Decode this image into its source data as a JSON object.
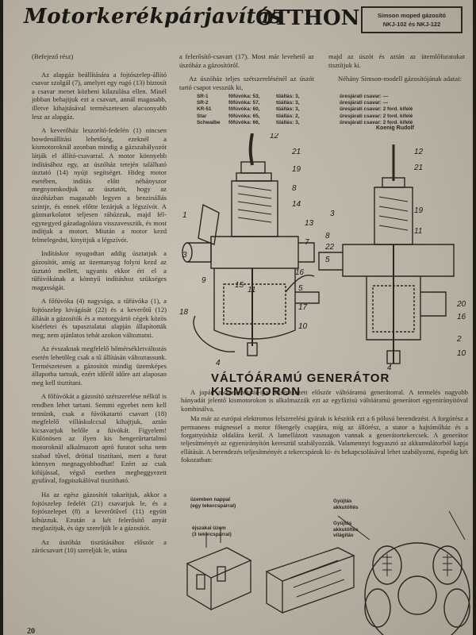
{
  "header": {
    "title_script": "Motorkerékpárjavítás",
    "title_bold": "OTTHON",
    "box_line1": "Simson moped gázosító",
    "box_line2": "NKJ-102 és NKJ-122"
  },
  "article": {
    "intro": "(Befejező rész)",
    "col1": [
      "Az alapgáz beállítására a fojtószelep-állító csavar szolgál (7), amelyet egy rugó (13) biztosít a csavar menet közbeni kilazulása ellen. Minél jobban behajtjuk ezt a csavart, annál magasabb, illetve kihajtásával természetesen alacsonyabb lesz az alapgáz.",
      "A keverőház leszorító-fedelén (1) nincsen bowdenállítási lehetőség, ezeknél a kismotoroknál azonban mindig a gázszabályozót látják el állító-csavarral. A motor könnyebb indításához egy, az úszóház tetején található úsztató (14) nyújt segítséget. Hideg motor esetében, indítás előtt néhányszor megnyomkodjuk az úsztatót, hogy az úszóházban magasabb legyen a benzinállás szintje, és ennek előtte lezárjuk a légszívót. A gázmarkolatot teljesen ráhúzzuk, majd fél-egynegyed gázadagolásra visszavesszük, és most indítjuk a motort. Miután a motor kezd felmelegedni, kinyitjuk a légszívót.",
      "Indításkor nyugodtan addig úsztatjuk a gázosítót, amíg az üzemanyag folyni kezd az úsztató mellett, ugyanis ekkor éri el a tűfúvókának a könnyű indításhoz szükséges magasságát.",
      "A főfúvóka (4) nagysága, a tűfúvóka (1), a fojtószelep kivágását (22) és a keverőtű (12) állását a gázosítók és a motorgyártó cégek közös kísérletei és tapasztalatai alapján állapították meg; nem ajánlatos tehát azokon változtatni.",
      "Az évszaknak megfelelő hőmérsékletváltozás esetén lehetőleg csak a tű állításán változtassunk. Természetesen a gázosítót mindig üzemképes állapotba tartsuk, ezért időről időre azt alaposan meg kell tisztítani.",
      "A főfúvókát a gázosító szétszerelése nélkül is rendben lehet tartani. Semmi egyebet nem kell tennünk, csak a fúvókatartó csavart (18) megfelelő villáskulccsal kihajtjuk, aztán kicsavarjuk belőle a fúvókát. Figyelem! Különösen az ilyen kis hengerűrtartalmú motoroknál alkalmazott apró furatot soha nem szabad tűvel, dróttal tisztítani, mert a furat könnyen megnagyobbodhat! Ezért az csak kifújással, végső esetben megheggyezett gyufával, fogpiszkálóval tisztítható.",
      "Ha az egész gázosítót takarítjuk, akkor a fojtószelep fedelét (21) csavarjuk le, és a fojtószelepet (8) a keverőtűvel (11) együtt kihúzzuk. Ezután a két felerősítő anyát meglazítjuk, és úgy szereljük le a gázosítót.",
      "Az úszóház tisztításához először a zárócsavart (10) szereljük le, utána"
    ],
    "col2": [
      "a felerősítő-csavart (17). Most már levehető az úszóház a gázosítóról.",
      "Az úszóház teljes szétszerelésénél az úszót tartó csapot vesszük ki,"
    ],
    "col3": [
      "majd az úszót és aztán az ütemlőfuratokat tisztítjuk ki.",
      "Néhány Simson-modell gázosítójának adatai:"
    ],
    "spec_rows": [
      {
        "model": "SR-1",
        "main": "főfúvóka: 53,",
        "needle": "tűállás: 3,",
        "idle": "üresjárati csavar: —"
      },
      {
        "model": "SR-2",
        "main": "főfúvóka: 57,",
        "needle": "tűállás: 3,",
        "idle": "üresjárati csavar: —"
      },
      {
        "model": "KR-51",
        "main": "főfúvóka: 60,",
        "needle": "tűállás: 3,",
        "idle": "üresjárati csavar: 2 ford. kifelé"
      },
      {
        "model": "Star",
        "main": "főfúvóka: 65,",
        "needle": "tűállás: 2,",
        "idle": "üresjárati csavar: 2 ford. kifelé"
      },
      {
        "model": "Schwalbe",
        "main": "főfúvóka: 66,",
        "needle": "tűállás: 3,",
        "idle": "üresjárati csavar: 2 ford. kifelé"
      }
    ],
    "signature": "Koenig Rudolf"
  },
  "section2": {
    "title": "VÁLTÓÁRAMÚ GENERÁTOR KISMOTORON",
    "paragraphs": [
      "A japán motorkerékpár-ipar kísérletezett először váltóáramú generátorral. A termelés nagyobb hányadát jelentő kismotorokon is alkalmazzák ezt az egyfázisú váltóáramú generátort egyenirányítóval kombinálva.",
      "Ma már az európai elektromos felszerelési gyárak is készítik ezt a 6 pólusú berendezést. A forgórész a permanens mágnessel a motor főtengely csapjára, míg az állórész, a stator a hajtóműház és a forgattyúsház oldalára kerül. A lamellázott vasmagon vannak a generátortekercsek. A generátor teljesítményét az egyenirányítón keresztül szabályozzák. Valamennyi fogyasztó az akkumulátorból kapja ellátását. A berendezés teljesítményét a tekercspárok ki- és bekapcsolásával lehet szabályozni, éspedig két fokozatban:"
    ],
    "labels": {
      "day": "üzemben nappal\n(egy tekercspárral)",
      "night": "éjszakai üzem\n(3 tekercspárral)",
      "ign1": "Gyújtás\nakkutöltés",
      "ign2": "Gyújtás\nakkutöltés\nvilágítás"
    }
  },
  "page_number": "20",
  "callouts_left": [
    "12",
    "21",
    "19",
    "8",
    "14",
    "13",
    "7",
    "1",
    "3",
    "9",
    "16",
    "5",
    "17",
    "10",
    "4",
    "18",
    "15",
    "11"
  ],
  "callouts_right": [
    "12",
    "21",
    "19",
    "11",
    "8",
    "22",
    "5",
    "20",
    "16",
    "2",
    "10",
    "4",
    "3"
  ]
}
